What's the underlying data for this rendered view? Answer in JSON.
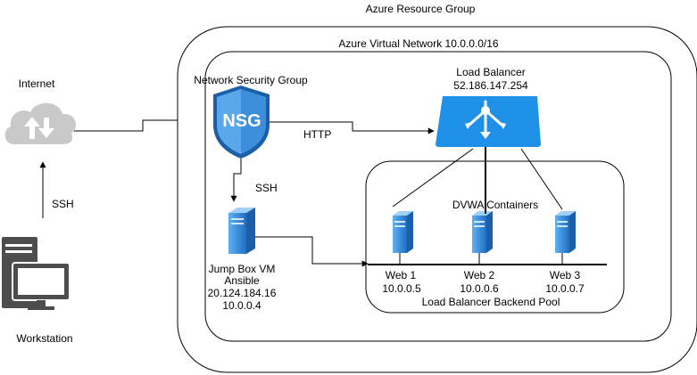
{
  "diagram": {
    "resource_group_label": "Azure Resource Group",
    "vnet_label": "Azure Virtual Network 10.0.0.0/16",
    "nsg": {
      "label": "Network Security Group",
      "badge": "NSG"
    },
    "internet_label": "Internet",
    "workstation_label": "Workstation",
    "ssh_workstation_label": "SSH",
    "ssh_nsg_label": "SSH",
    "http_label": "HTTP",
    "load_balancer": {
      "title": "Load Balancer",
      "ip": "52.186.147.254"
    },
    "jump_box": {
      "line1": "Jump Box VM",
      "line2": "Ansible",
      "line3": "20.124.184.16",
      "line4": "10.0.0.4"
    },
    "pool": {
      "containers_label": "DVWA Containers",
      "pool_label": "Load Balancer Backend Pool"
    },
    "web_servers": [
      {
        "name": "Web 1",
        "ip": "10.0.0.5"
      },
      {
        "name": "Web 2",
        "ip": "10.0.0.6"
      },
      {
        "name": "Web 3",
        "ip": "10.0.0.7"
      }
    ],
    "colors": {
      "azure_blue": "#1e90e8",
      "azure_dark": "#1a5fa8",
      "server_blue": "#2f86d8",
      "cloud_gray": "#c9c9c9",
      "workstation_gray": "#4d4d4d",
      "line": "#000000"
    }
  }
}
